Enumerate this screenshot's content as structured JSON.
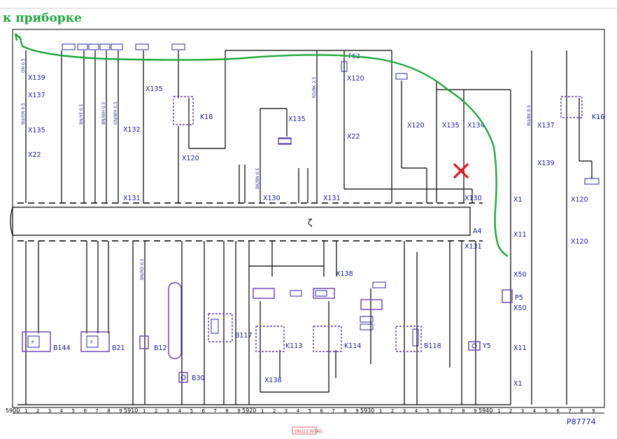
{
  "annotation": {
    "text": "к приборке",
    "color": "#1fa83c"
  },
  "markers": {
    "cross_color": "#e8141c",
    "diagram_id": "P87774"
  },
  "connectors": {
    "top": [
      "X139",
      "X137",
      "X135",
      "X22",
      "X135",
      "X132",
      "X120",
      "X135",
      "X120",
      "X22",
      "X120",
      "X135",
      "X134",
      "X137",
      "X139",
      "X1",
      "X11",
      "X50",
      "X50",
      "X11",
      "X1",
      "X120",
      "X120"
    ],
    "bus_a": [
      "X131",
      "X130",
      "X131",
      "X130"
    ],
    "bus_b": [
      "X131",
      "X138",
      "X138"
    ],
    "module": "A4"
  },
  "components": {
    "relays": [
      "K18",
      "K16",
      "K113",
      "K114"
    ],
    "sensors": [
      "B144",
      "B21",
      "B12",
      "B30",
      "B117",
      "B118",
      "P5",
      "Y5"
    ],
    "fuse": "F62"
  },
  "bottom_ruler": {
    "sections": [
      "5900",
      "5910",
      "5920",
      "5930",
      "5940"
    ],
    "digits": [
      "1",
      "2",
      "3",
      "4",
      "5",
      "6",
      "7",
      "8",
      "9"
    ]
  },
  "wire_codes": [
    "GN 0.5",
    "BU/GN 0.5",
    "BN/YE 0.5",
    "BK/BN 0.5",
    "BN/WH 0.5",
    "BU/BK 0.5",
    "RD/BK 2.5",
    "GN/WH 0.5",
    "BN/RD 0.5"
  ],
  "footer_tag": "E8U22 W7AG"
}
